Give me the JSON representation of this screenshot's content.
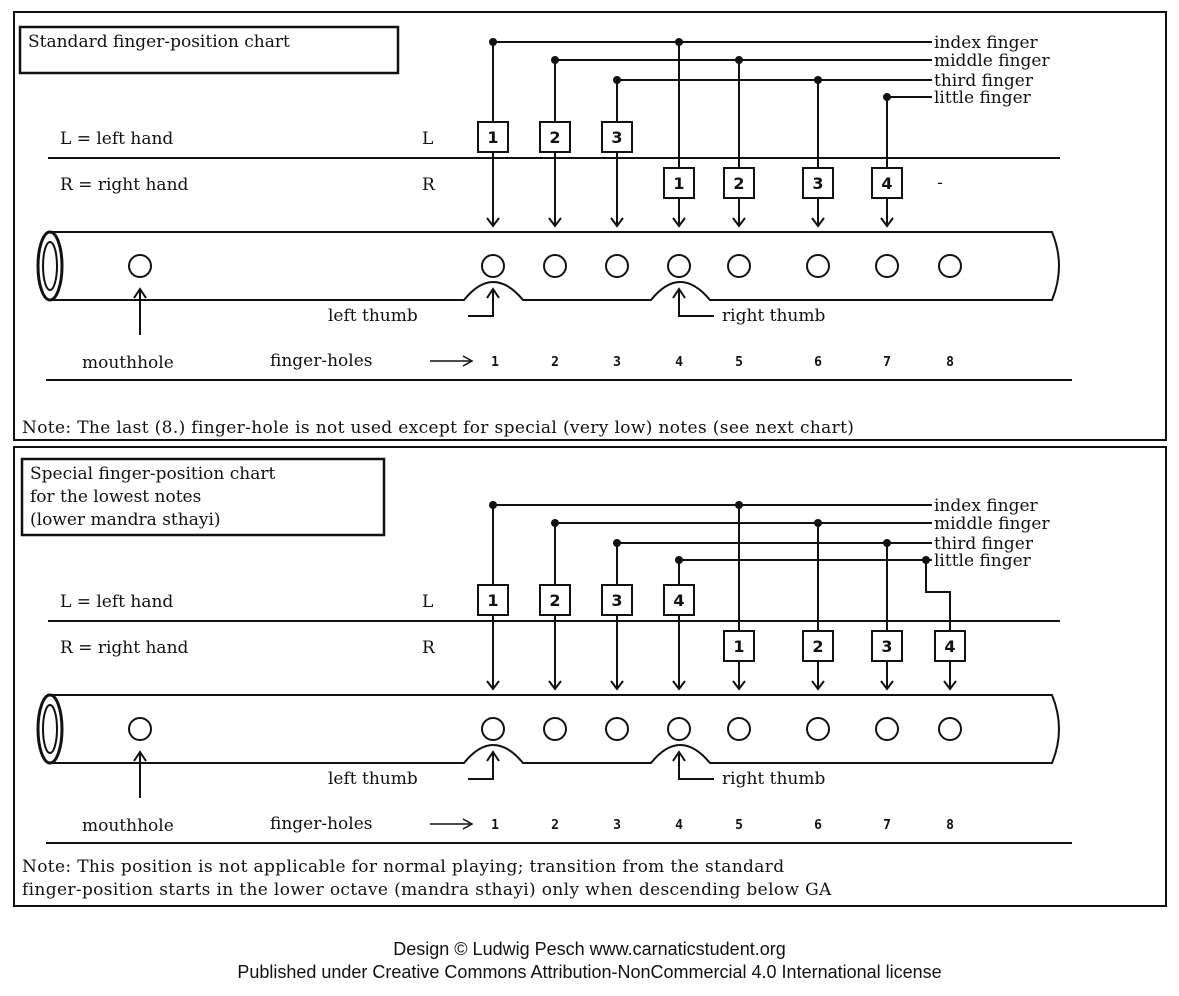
{
  "panels": [
    {
      "id": "standard",
      "title_lines": [
        "Standard finger-position chart"
      ],
      "legend_left": "L = left hand",
      "legend_right": "R = right hand",
      "row_left_marker": "L",
      "row_right_marker": "R",
      "fingers": [
        "index finger",
        "middle finger",
        "third finger",
        "little finger"
      ],
      "left_hand": [
        {
          "finger": 1,
          "hole": 1
        },
        {
          "finger": 2,
          "hole": 2
        },
        {
          "finger": 3,
          "hole": 3
        }
      ],
      "right_hand": [
        {
          "finger": 1,
          "hole": 4
        },
        {
          "finger": 2,
          "hole": 5
        },
        {
          "finger": 3,
          "hole": 6
        },
        {
          "finger": 4,
          "hole": 7
        }
      ],
      "hole8_marker": "-",
      "left_thumb": "left thumb",
      "right_thumb": "right thumb",
      "mouthhole": "mouthhole",
      "finger_holes_label": "finger-holes",
      "hole_numbers": [
        "1",
        "2",
        "3",
        "4",
        "5",
        "6",
        "7",
        "8"
      ],
      "note_lines": [
        "Note:  The last (8.) finger-hole is not used except for special (very low) notes (see next chart)"
      ]
    },
    {
      "id": "special",
      "title_lines": [
        "Special finger-position chart",
        "for the lowest notes",
        "(lower mandra sthayi)"
      ],
      "legend_left": "L = left hand",
      "legend_right": "R = right hand",
      "row_left_marker": "L",
      "row_right_marker": "R",
      "fingers": [
        "index finger",
        "middle finger",
        "third finger",
        "little finger"
      ],
      "left_hand": [
        {
          "finger": 1,
          "hole": 1
        },
        {
          "finger": 2,
          "hole": 2
        },
        {
          "finger": 3,
          "hole": 3
        },
        {
          "finger": 4,
          "hole": 4
        }
      ],
      "right_hand": [
        {
          "finger": 1,
          "hole": 5
        },
        {
          "finger": 2,
          "hole": 6
        },
        {
          "finger": 3,
          "hole": 7
        },
        {
          "finger": 4,
          "hole": 8
        }
      ],
      "hole8_marker": "",
      "left_thumb": "left thumb",
      "right_thumb": "right thumb",
      "mouthhole": "mouthhole",
      "finger_holes_label": "finger-holes",
      "hole_numbers": [
        "1",
        "2",
        "3",
        "4",
        "5",
        "6",
        "7",
        "8"
      ],
      "note_lines": [
        "Note: This position is not applicable for normal playing; transition from the standard",
        "finger-position starts in the lower octave (mandra sthayi) only when descending below GA"
      ]
    }
  ],
  "footer": {
    "line1": "Design © Ludwig Pesch www.carnaticstudent.org",
    "line2": "Published under Creative Commons Attribution-NonCommercial 4.0 International license"
  }
}
